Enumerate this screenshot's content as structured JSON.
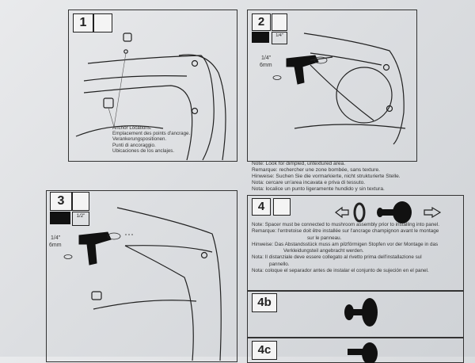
{
  "steps": {
    "s1": {
      "number": "1"
    },
    "s2": {
      "number": "2",
      "tool_label": "1/4\"",
      "size_label": "6mm",
      "box_label": "1/4\""
    },
    "s3": {
      "number": "3",
      "tool_label": "1/4\"",
      "size_label": "6mm",
      "box_label": "1/2\""
    },
    "s4": {
      "number": "4"
    },
    "s4b": {
      "number": "4b"
    },
    "s4c": {
      "number": "4c"
    }
  },
  "anchor_locations": [
    "Anchor Locations.",
    "Emplacement des points d'ancrage.",
    "Verankerungspositionen.",
    "Punti di ancoraggio.",
    "Ubicaciones de los anclajes."
  ],
  "note_dimples": [
    "Note: Look for dimpled, untextured area.",
    "Remarque: rechercher une zone bombée, sans texture.",
    "Hinweise: Suchen Sie die vormarkierte, nicht strukturierte Stelle.",
    "Nota: cercare un'area incavata e priva di tessuto.",
    "Nota: localice un punto ligeramente hundido y sin textura."
  ],
  "note_spacer": [
    "Note: Spacer must be connected to mushroom assembly prior to installing into panel.",
    "Remarque: l'entretoise doit être installée sur l'ancrage champignon avant le montage",
    "sur le panneau.",
    "Hinweise: Das Abstandsstück muss am pilzförmigen Stopfen vor der Montage in das",
    "Verkleidungsteil angebracht werden.",
    "Nota: Il distanziale deve essere collegato al rivetto prima dell'installazione sul",
    "pannello.",
    "Nota: coloque el separador antes de instalar el conjunto de sujeción en el panel."
  ],
  "colors": {
    "ink": "#222222",
    "paper": "#e3e5e8"
  }
}
